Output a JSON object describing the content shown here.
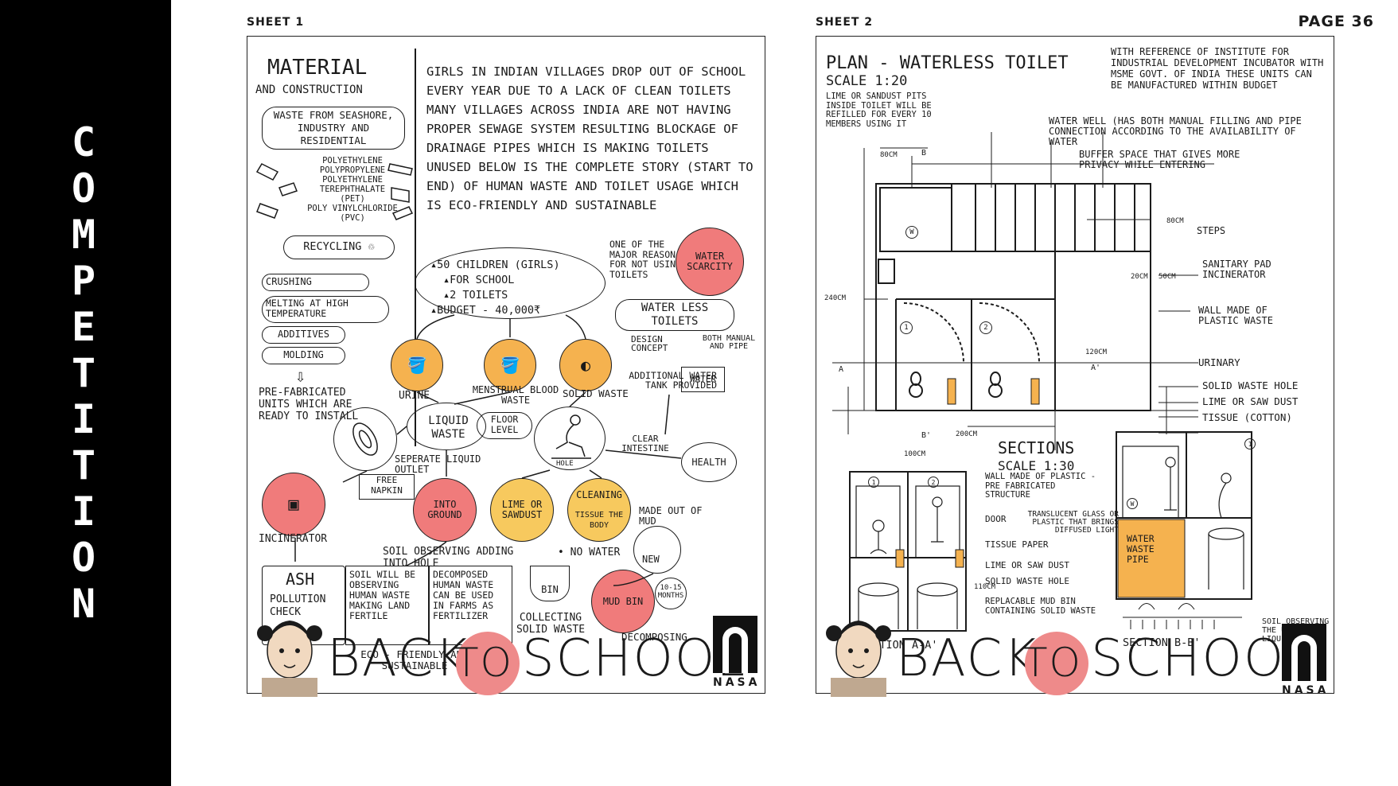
{
  "side": {
    "title_letters": [
      "C",
      "O",
      "M",
      "P",
      "E",
      "T",
      "I",
      "T",
      "I",
      "O",
      "N"
    ]
  },
  "page": "PAGE 36",
  "sheet1": {
    "label": "SHEET 1",
    "material": {
      "title": "MATERIAL",
      "subtitle": "AND CONSTRUCTION",
      "waste_from": "WASTE FROM SEASHORE, INDUSTRY AND RESIDENTIAL",
      "plastics": [
        "POLYETHYLENE",
        "POLYPROPYLENE",
        "POLYETHYLENE TEREPHTHALATE (PET)",
        "POLY VINYLCHLORIDE (PVC)"
      ],
      "recycling": "RECYCLING",
      "steps": [
        "CRUSHING",
        "MELTING AT HIGH TEMPERATURE",
        "ADDITIVES",
        "MOLDING"
      ],
      "prefab": "PRE-FABRICATED UNITS WHICH ARE READY TO INSTALL"
    },
    "intro": "GIRLS IN INDIAN VILLAGES DROP OUT OF SCHOOL EVERY YEAR DUE TO A LACK OF CLEAN TOILETS MANY VILLAGES ACROSS INDIA ARE NOT HAVING PROPER SEWAGE SYSTEM RESULTING BLOCKAGE OF DRAINAGE PIPES WHICH IS MAKING TOILETS UNUSED BELOW IS THE COMPLETE STORY (START TO END) OF HUMAN WASTE AND TOILET USAGE WHICH IS ECO-FRIENDLY AND SUSTAINABLE",
    "brief": [
      "50 CHILDREN (GIRLS)",
      "FOR SCHOOL",
      "2 TOILETS",
      "BUDGET - 40,000₹"
    ],
    "reason": "ONE OF THE MAJOR REASON FOR NOT USING TOILETS",
    "water_scarcity": "WATER SCARCITY",
    "waterless": "WATER LESS TOILETS",
    "design_concept": "DESIGN CONCEPT",
    "manual_pipe": "BOTH MANUAL AND PIPE",
    "water": "WATER",
    "urine": "URINE",
    "menstrual": "MENSTRUAL BLOOD WASTE",
    "solid": "SOLID WASTE",
    "additional_tank": "ADDITIONAL WATER TANK PROVIDED",
    "liquid_waste": "LIQUID WASTE",
    "floor_level": "FLOOR LEVEL",
    "hole": "HOLE",
    "clear_intestine": "CLEAR INTESTINE",
    "health": "HEALTH",
    "separate_outlet": "SEPERATE LIQUID OUTLET",
    "free_napkin": "FREE NAPKIN",
    "into_ground": "INTO GROUND",
    "lime_sawdust": "LIME OR SAWDUST",
    "cleaning": "CLEANING",
    "tissue_body": "TISSUE THE BODY",
    "made_of_mud": "MADE OUT OF MUD",
    "new": "NEW",
    "incinerator": "INCINERATOR",
    "soil_observing": "SOIL OBSERVING ADDING INTO HOLE",
    "no_water": "NO WATER",
    "bin": "BIN",
    "mud_bin": "MUD BIN",
    "months": "10-15 MONTHS",
    "decomposing": "DECOMPOSING",
    "collecting": "COLLECTING SOLID WASTE",
    "ash": "ASH",
    "pollution_check": "POLLUTION CHECK",
    "soil_fertile": "SOIL WILL BE OBSERVING HUMAN WASTE MAKING LAND FERTILE",
    "fertilizer": "DECOMPOSED HUMAN WASTE CAN BE USED IN FARMS AS FERTILIZER",
    "eco": "ECO - FRIENDLY AND SUSTAINABLE"
  },
  "sheet2": {
    "label": "SHEET 2",
    "plan_title": "PLAN - WATERLESS TOILET",
    "plan_scale": "SCALE 1:20",
    "reference": "WITH REFERENCE OF INSTITUTE FOR INDUSTRIAL DEVELOPMENT INCUBATOR WITH MSME GOVT. OF INDIA THESE UNITS CAN BE MANUFACTURED WITHIN BUDGET",
    "lime_pits": "LIME OR SANDUST PITS INSIDE TOILET WILL BE REFILLED FOR EVERY 10 MEMBERS USING IT",
    "water_well": "WATER WELL (HAS BOTH MANUAL FILLING AND PIPE CONNECTION ACCORDING TO THE AVAILABILITY OF WATER",
    "buffer": "BUFFER SPACE THAT GIVES MORE PRIVACY WHILE ENTERING",
    "steps": "STEPS",
    "sanitary": "SANITARY PAD INCINERATOR",
    "wall": "WALL MADE OF PLASTIC WASTE",
    "urinary": "URINARY",
    "solid_hole": "SOLID WASTE HOLE",
    "lime_dust": "LIME OR SAW DUST",
    "tissue": "TISSUE (COTTON)",
    "dims": {
      "d80": "80cm",
      "d240": "240cm",
      "d120": "120cm",
      "d200": "200cm",
      "d20": "20cm",
      "d50": "50cm",
      "d80b": "80cm",
      "d100": "100cm",
      "d110": "110cm"
    },
    "marks": {
      "a": "A",
      "a2": "A'",
      "b": "B",
      "b2": "B'",
      "w": "W",
      "one": "1",
      "two": "2"
    },
    "sections_title": "SECTIONS",
    "sections_scale": "SCALE 1:30",
    "s_wall": "WALL MADE OF PLASTIC - PRE FABRICATED STRUCTURE",
    "s_door": "DOOR",
    "s_glass": "TRANSLUCENT GLASS OR PLASTIC THAT BRINGS DIFFUSED LIGHT",
    "s_tissue": "TISSUE PAPER",
    "s_lime": "LIME OR SAW DUST",
    "s_solid": "SOLID WASTE HOLE",
    "s_bin": "REPLACABLE MUD BIN CONTAINING SOLID WASTE",
    "s_pipe": "WATER WASTE PIPE",
    "s_soil": "SOIL OBSERVING THE URINE AND LIQUID WASTE",
    "section_a": "SECTION A-A'",
    "section_b": "SECTION B-B'"
  },
  "footer": {
    "title_left": "BACK",
    "title_mid": "TO",
    "title_right": "SCHOOL",
    "logo_text": "NASA"
  },
  "colors": {
    "orange": "#f5b24f",
    "red": "#f07b7b",
    "pink": "#ee8a8a",
    "black": "#000000"
  }
}
